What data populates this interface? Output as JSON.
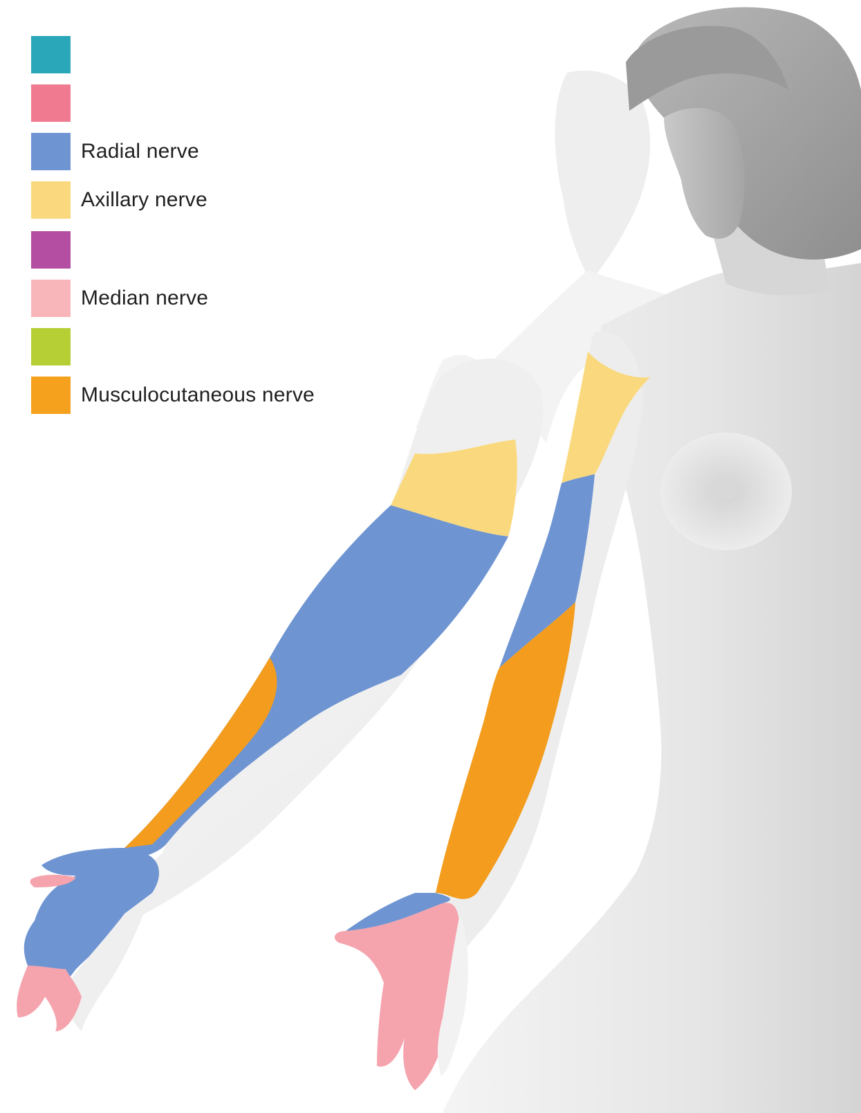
{
  "legend": [
    {
      "key": "teal",
      "color": "#2aa7b9",
      "label": ""
    },
    {
      "key": "rose",
      "color": "#f07a90",
      "label": ""
    },
    {
      "key": "radial",
      "color": "#6e94d2",
      "label": "Radial nerve"
    },
    {
      "key": "axillary",
      "color": "#fad97e",
      "label": "Axillary nerve"
    },
    {
      "key": "purple",
      "color": "#b34ea3",
      "label": ""
    },
    {
      "key": "median",
      "color": "#f8b6bb",
      "label": "Median nerve"
    },
    {
      "key": "green",
      "color": "#b5cf34",
      "label": ""
    },
    {
      "key": "musculocutaneous",
      "color": "#f6a11e",
      "label": "Musculocutaneous nerve"
    }
  ],
  "colors": {
    "radial": "#6e94d2",
    "axillary": "#fad97e",
    "median": "#f5a3ad",
    "musculocutaneous": "#f39c1d",
    "skin_front": "#ececec",
    "skin_back": "#f6f6f6",
    "head_shade": "#a9a9a9"
  }
}
